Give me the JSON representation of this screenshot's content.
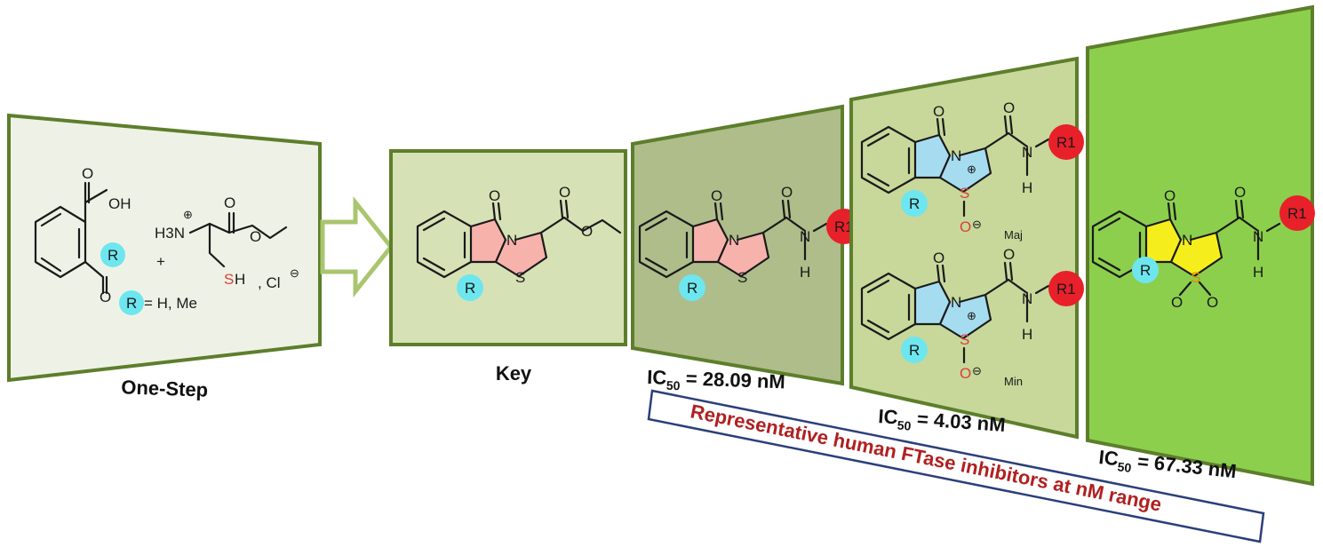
{
  "panels": {
    "one_step": {
      "caption": "One-Step",
      "labels": {
        "oh": "OH",
        "r": "R",
        "plus": "+",
        "h3n": "H3N",
        "ammonium_plus": "⊕",
        "sh_s": "S",
        "sh_h": "H",
        "chloride": ", Cl",
        "chloride_minus": "⊖",
        "r_def": "= H, Me"
      }
    },
    "key": {
      "caption": "Key",
      "labels": {
        "n": "N",
        "s": "S",
        "r": "R"
      }
    },
    "thiazolidine": {
      "ic50_prefix": "IC",
      "ic50_sub": "50",
      "ic50_value": " = 28.09 nM",
      "labels": {
        "n": "N",
        "s": "S",
        "r": "R",
        "nh_n": "N",
        "nh_h": "H",
        "r1": "R1"
      }
    },
    "sulfoxides": {
      "ic50_prefix": "IC",
      "ic50_sub": "50",
      "ic50_value": " = 4.03 nM",
      "major_label": "Maj",
      "minor_label": "Min",
      "labels": {
        "n": "N",
        "s": "S",
        "r": "R",
        "nh_n": "N",
        "nh_h": "H",
        "r1": "R1",
        "o": "O",
        "plus": "⊕",
        "minus": "⊖"
      }
    },
    "sulfone": {
      "ic50_prefix": "IC",
      "ic50_sub": "50",
      "ic50_value": " = 67.33 nM",
      "labels": {
        "n": "N",
        "s": "S",
        "r": "R",
        "nh_n": "N",
        "nh_h": "H",
        "r1": "R1",
        "o": "O"
      }
    }
  },
  "banner": {
    "text": "Representative human FTase inhibitors at nM range"
  },
  "colors": {
    "panel_one_step": "#eef2e6",
    "panel_key": "#d6e2b5",
    "panel_thiazolidine": "#aebd8a",
    "panel_sulfoxide": "#c7d89a",
    "panel_sulfone": "#8ccf4d",
    "panel_border": "#5d7e2b",
    "ring_pink": "#f7b2ac",
    "ring_blue": "#a6dcef",
    "ring_yellow": "#f6ee1c",
    "r_circle": "#6ee6ef",
    "r1_circle": "#e8202a",
    "banner_text": "#b02020",
    "banner_border": "#2b3f7a"
  }
}
